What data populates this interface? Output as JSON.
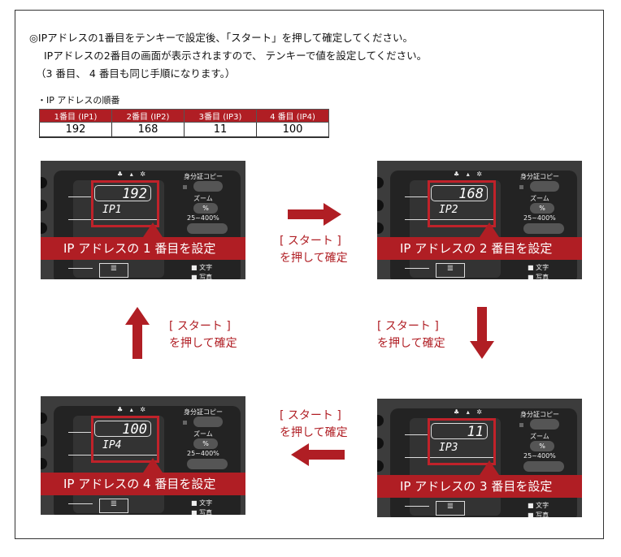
{
  "instructions": {
    "line1": "◎IPアドレスの1番目をテンキーで設定後、「スタート」を押して確定してください。",
    "line2": "IPアドレスの2番目の画面が表示されますので、 テンキーで値を設定してください。",
    "line3": "（3 番目、 4 番目も同じ手順になります。）"
  },
  "table": {
    "title": "・IP アドレスの順番",
    "headers": [
      "1番目 (IP1)",
      "2番目 (IP2)",
      "3番目 (IP3)",
      "4 番目 (IP4)"
    ],
    "values": [
      "192",
      "168",
      "11",
      "100"
    ]
  },
  "panel_common": {
    "id_copy": "身分証コピー",
    "zoom": "ズーム",
    "percent": "%",
    "zoom_range": "25~400%",
    "text_mode": "文字",
    "photo_mode": "写真"
  },
  "panels": [
    {
      "display": "192",
      "ip_label": "IP1",
      "banner": "IP アドレスの 1 番目を設定"
    },
    {
      "display": "168",
      "ip_label": "IP2",
      "banner": "IP アドレスの 2 番目を設定"
    },
    {
      "display": "11",
      "ip_label": "IP3",
      "banner": "IP アドレスの 3 番目を設定"
    },
    {
      "display": "100",
      "ip_label": "IP4",
      "banner": "IP アドレスの 4 番目を設定"
    }
  ],
  "step_caption": {
    "line1": "[ スタート ]",
    "line2": "を押して確定"
  },
  "colors": {
    "accent": "#b01e24"
  }
}
